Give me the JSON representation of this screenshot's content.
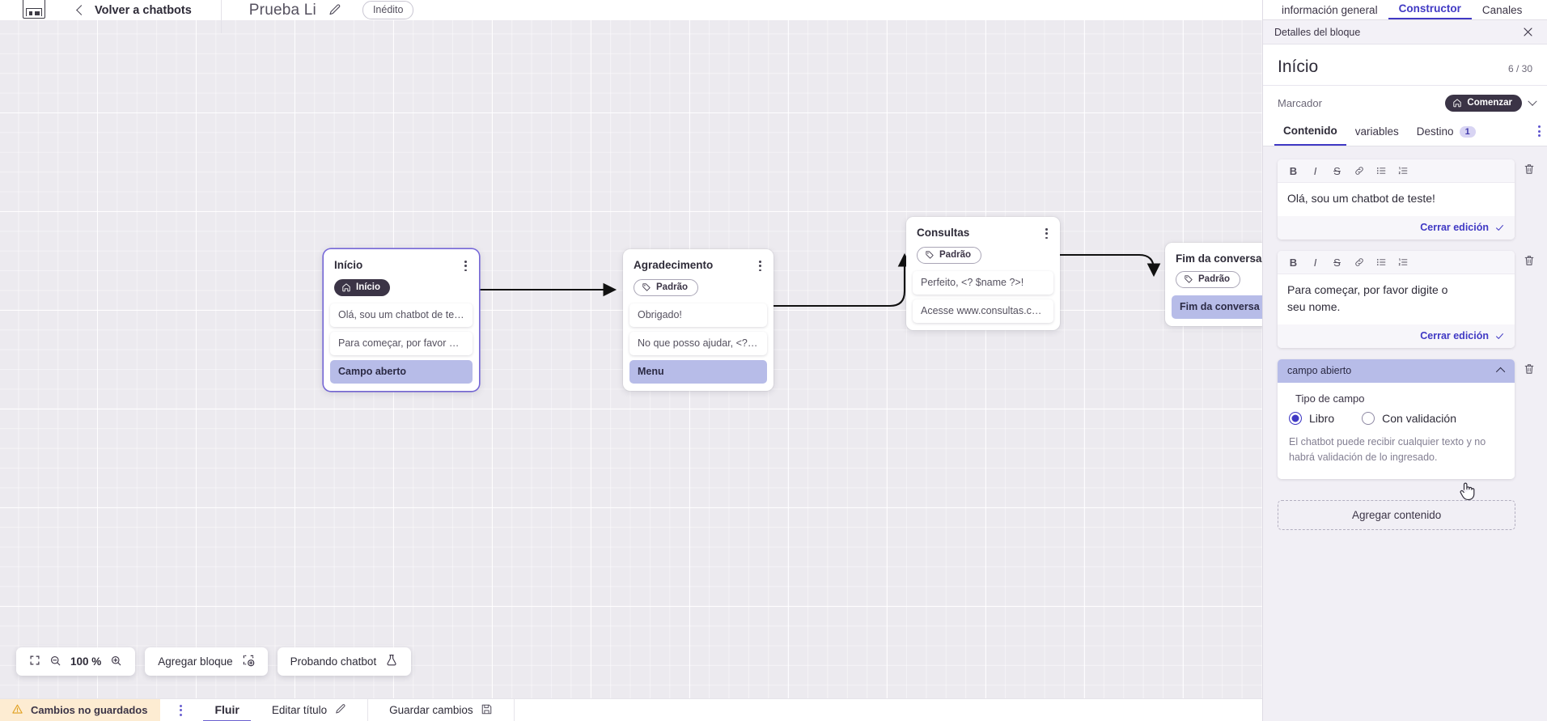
{
  "topbar": {
    "logo_icon": "app-logo-icon",
    "back_label": "Volver a chatbots",
    "doc_title": "Prueba Li",
    "edit_icon": "pencil-icon",
    "status_badge": "Inédito"
  },
  "canvas": {
    "nodes": [
      {
        "title": "Início",
        "tag": "Início",
        "tag_type": "start",
        "tag_icon": "home-icon",
        "selected": true,
        "rows": [
          {
            "text": "Olá, sou um chatbot de teste!",
            "highlight": false
          },
          {
            "text": "Para começar, por favor digite o ...",
            "highlight": false
          },
          {
            "text": "Campo aberto",
            "highlight": true
          }
        ]
      },
      {
        "title": "Agradecimento",
        "tag": "Padrão",
        "tag_type": "default",
        "tag_icon": "tag-icon",
        "selected": false,
        "rows": [
          {
            "text": "Obrigado!",
            "highlight": false
          },
          {
            "text": "No que posso ajudar, <? $name ...",
            "highlight": false
          },
          {
            "text": "Menu",
            "highlight": true
          }
        ]
      },
      {
        "title": "Consultas",
        "tag": "Padrão",
        "tag_type": "default",
        "tag_icon": "tag-icon",
        "selected": false,
        "rows": [
          {
            "text": "Perfeito, <? $name ?>!",
            "highlight": false
          },
          {
            "text": "Acesse www.consultas.com par...",
            "highlight": false
          }
        ]
      },
      {
        "title": "Fim da conversa",
        "tag": "Padrão",
        "tag_type": "default",
        "tag_icon": "tag-icon",
        "selected": false,
        "rows": [
          {
            "text": "Fim da conversa",
            "highlight": true
          }
        ]
      }
    ],
    "tools": {
      "fit_icon": "fit-screen-icon",
      "zoom_out_icon": "zoom-out-icon",
      "zoom_level": "100 %",
      "zoom_in_icon": "zoom-in-icon",
      "add_block_label": "Agregar bloque",
      "add_block_icon": "add-block-icon",
      "test_label": "Probando chatbot",
      "test_icon": "flask-icon"
    }
  },
  "bottombar": {
    "warning_icon": "warning-icon",
    "unsaved_label": "Cambios no guardados",
    "kebab_icon": "more-options-icon",
    "flow_tab": "Fluir",
    "edit_title_label": "Editar título",
    "edit_title_icon": "pencil-icon",
    "save_label": "Guardar cambios",
    "save_icon": "save-icon"
  },
  "panel": {
    "top_tabs": [
      {
        "label": "información general",
        "active": false
      },
      {
        "label": "Constructor",
        "active": true
      },
      {
        "label": "Canales",
        "active": false
      }
    ],
    "header_title": "Detalles del bloque",
    "close_icon": "close-icon",
    "block_title": "Início",
    "block_count": "6 / 30",
    "marker_label": "Marcador",
    "marker_value": "Comenzar",
    "marker_icon": "home-icon",
    "marker_chevron_icon": "chevron-down-icon",
    "sub_tabs": [
      {
        "label": "Contenido",
        "active": true,
        "badge": ""
      },
      {
        "label": "variables",
        "active": false,
        "badge": ""
      },
      {
        "label": "Destino",
        "active": false,
        "badge": "1"
      }
    ],
    "sub_kebab_icon": "more-options-icon",
    "toolbar_buttons": [
      {
        "icon": "bold-icon",
        "glyph": "B"
      },
      {
        "icon": "italic-icon",
        "glyph": "I"
      },
      {
        "icon": "strikethrough-icon",
        "glyph": "S"
      },
      {
        "icon": "link-icon",
        "glyph": "⊘"
      },
      {
        "icon": "bullet-list-icon",
        "glyph": "☰"
      },
      {
        "icon": "numbered-list-icon",
        "glyph": "≡"
      }
    ],
    "content_blocks": [
      {
        "text": "Olá, sou um chatbot de teste!",
        "close_label": "Cerrar edición",
        "delete_icon": "trash-icon"
      },
      {
        "text": "Para começar, por favor digite o seu nome.",
        "close_label": "Cerrar edición",
        "delete_icon": "trash-icon"
      }
    ],
    "field_block": {
      "header_label": "campo abierto",
      "collapse_icon": "chevron-up-icon",
      "delete_icon": "trash-icon",
      "type_label": "Tipo de campo",
      "options": [
        {
          "label": "Libro",
          "selected": true
        },
        {
          "label": "Con validación",
          "selected": false
        }
      ],
      "help_text": "El chatbot puede recibir cualquier texto y no habrá validación de lo ingresado."
    },
    "add_content_label": "Agregar contenido"
  },
  "colors": {
    "accent": "#4039c4",
    "highlight": "#b7bce8",
    "dark_pill": "#3b3446",
    "warning_bg": "#fdecd2"
  }
}
